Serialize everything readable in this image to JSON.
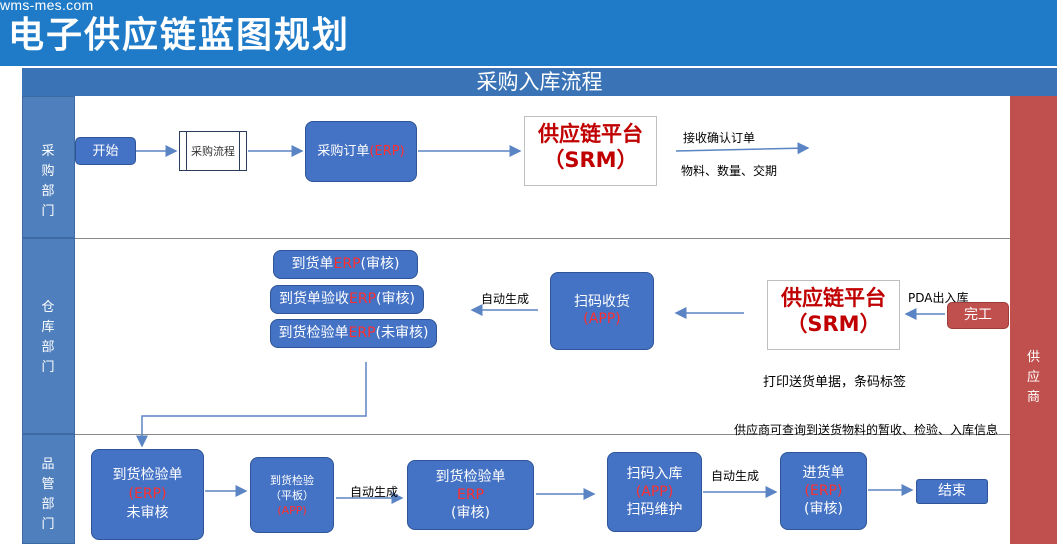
{
  "watermark": "wms-mes.com",
  "banner_title": "电子供应链蓝图规划",
  "flow_title": "采购入库流程",
  "lanes": {
    "purchase": [
      "采",
      "购",
      "部",
      "门"
    ],
    "warehouse": [
      "仓",
      "库",
      "部",
      "门"
    ],
    "quality": [
      "品",
      "管",
      "部",
      "门"
    ],
    "supplier": [
      "供",
      "应",
      "商"
    ]
  },
  "nodes": {
    "start": "开始",
    "purchase_process": "采购流程",
    "po": {
      "text": "采购订单",
      "system": "(ERP)"
    },
    "srm1": {
      "line1": "供应链平台",
      "line2": "（SRM）"
    },
    "srm2": {
      "line1": "供应链平台",
      "line2": "（SRM）"
    },
    "arrival_erp": {
      "text": "到货单",
      "system": "ERP",
      "status": "(审核)"
    },
    "arrival_accept_erp": {
      "text": "到货单验收",
      "system": "ERP",
      "status": "(审核)"
    },
    "arrival_inspect_erp": {
      "text": "到货检验单",
      "system": "ERP",
      "status": "(未审核)"
    },
    "scan_receive": {
      "line1": "扫码收货",
      "system": "(APP)"
    },
    "done": "完工",
    "qc_inspect_unreviewed": {
      "line1": "到货检验单",
      "system": "(ERP)",
      "line3": "未审核"
    },
    "qc_pad": {
      "line1": "到货检验",
      "line2": "（平板）",
      "system": "(APP)"
    },
    "qc_inspect_reviewed": {
      "line1": "到货检验单",
      "system": "ERP",
      "line3": "(审核)"
    },
    "scan_in": {
      "line1": "扫码入库",
      "system": "(APP)",
      "line3": "扫码维护"
    },
    "receipt": {
      "line1": "进货单",
      "system": "(ERP)",
      "line3": "(审核)"
    },
    "end": "结束"
  },
  "labels": {
    "receive_confirm": "接收确认订单",
    "material_qty_date": "物料、数量、交期",
    "auto_gen_1": "自动生成",
    "pda_out": "PDA出入库",
    "print_docs": "打印送货单据，条码标签",
    "supplier_query": "供应商可查询到送货物料的暂收、检验、入库信息",
    "auto_gen_2": "自动生成",
    "auto_gen_3": "自动生成"
  },
  "colors": {
    "banner": "#1f7bc8",
    "lane": "#4f7fbd",
    "node": "#4472c4",
    "supplier": "#c0504d",
    "accent_red": "#ff2e2e",
    "srm_text": "#c00000"
  }
}
